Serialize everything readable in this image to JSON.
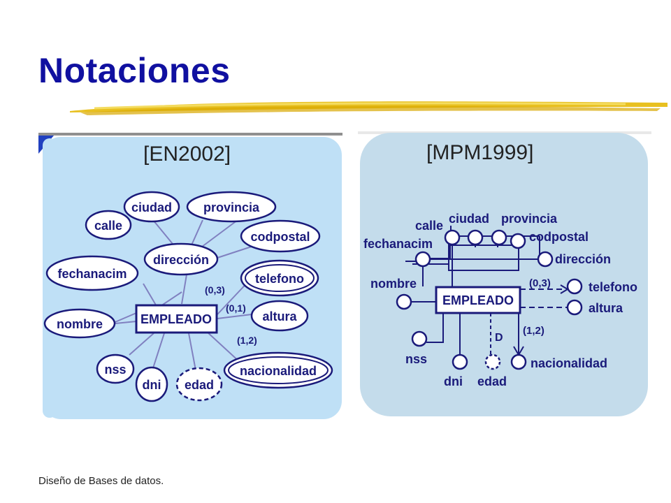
{
  "slide": {
    "title": "Notaciones",
    "footer": "Diseño de Bases de datos."
  },
  "left_diagram": {
    "label": "[EN2002]",
    "entity": "EMPLEADO",
    "attributes": {
      "calle": "calle",
      "ciudad": "ciudad",
      "provincia": "provincia",
      "codpostal": "codpostal",
      "direccion": "dirección",
      "fechanacim": "fechanacim",
      "telefono": "telefono",
      "nombre": "nombre",
      "altura": "altura",
      "nss": "nss",
      "dni": "dni",
      "edad": "edad",
      "nacionalidad": "nacionalidad"
    },
    "cardinalities": {
      "telefono": "(0,3)",
      "altura": "(0,1)",
      "nacionalidad": "(1,2)"
    }
  },
  "right_diagram": {
    "label": "[MPM1999]",
    "entity": "EMPLEADO",
    "attributes": {
      "calle": "calle",
      "ciudad": "ciudad",
      "provincia": "provincia",
      "codpostal": "codpostal",
      "fechanacim": "fechanacim",
      "direccion": "dirección",
      "nombre": "nombre",
      "telefono": "telefono",
      "altura": "altura",
      "nss": "nss",
      "dni": "dni",
      "edad": "edad",
      "nacionalidad": "nacionalidad"
    },
    "cardinalities": {
      "telefono": "(0,3)",
      "nacionalidad": "(1,2)"
    },
    "derived_marker": "D"
  },
  "colors": {
    "title": "#1010a0",
    "left_bg": "#bfe0f6",
    "right_bg": "#c4dceb",
    "ink": "#1a1a7a",
    "underline": "#e8c020"
  }
}
